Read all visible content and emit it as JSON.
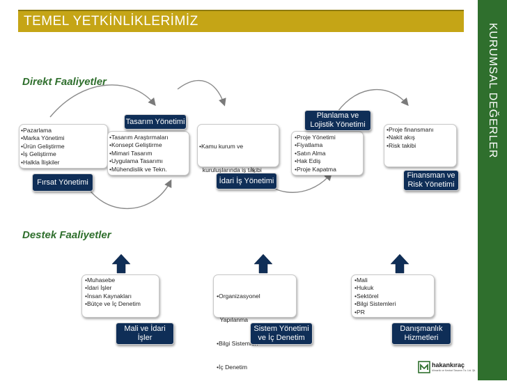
{
  "title": "TEMEL YETKİNLİKLERİMİZ",
  "side_title": "KURUMSAL DEĞERLER",
  "section_direct": "Direkt Faaliyetler",
  "section_support": "Destek Faaliyetler",
  "direct": [
    {
      "label": "Fırsat Yönetimi",
      "items": [
        "•Pazarlama",
        "•Marka Yönetimi",
        "•Ürün Geliştirme",
        "•İş Geliştirme",
        "•Halkla İlişkiler"
      ]
    },
    {
      "label": "Tasarım Yönetimi",
      "items": [
        "•Tasarım Araştırmaları",
        "•Konsept Geliştirme",
        "•Mimari Tasarım",
        "•Uygulama Tasarımı",
        "•Mühendislik ve Tekn."
      ]
    },
    {
      "label": "İdari İş Yönetimi",
      "items": [
        "•Kamu kurum ve",
        "  kuruluşlarında iş takibi"
      ]
    },
    {
      "label": "Planlama ve Lojistik Yönetimi",
      "items": [
        "•Proje Yönetimi",
        "•Fiyatlama",
        "•Satın Alma",
        "•Hak Ediş",
        "•Proje Kapatma"
      ]
    },
    {
      "label": "Finansman ve Risk Yönetimi",
      "items": [
        "•Proje finansmanı",
        "•Nakit akış",
        "•Risk takibi"
      ]
    }
  ],
  "support": [
    {
      "label": "Mali ve İdari İşler",
      "items": [
        "•Muhasebe",
        "•İdari İşler",
        "•İnsan Kaynakları",
        "•Bütçe ve İç Denetim"
      ]
    },
    {
      "label": "Sistem Yönetimi ve İç Denetim",
      "items": [
        "•Organizasyonel",
        "  Yapılanma",
        "•Bilgi Sistemleri",
        "•İç Denetim"
      ]
    },
    {
      "label": "Danışmanlık Hizmetleri",
      "items": [
        "•Mali",
        "•Hukuk",
        "•Sektörel",
        "•Bilgi Sistemleri",
        "•PR"
      ]
    }
  ],
  "logo": {
    "name": "hakankıraç",
    "sub": "Mimarlık ve Kentsel Tasarım Tic. Ltd. Şti."
  },
  "colors": {
    "title_bar": "#c5a516",
    "sidebar": "#2f6f2d",
    "label_bg": "#0f2e57",
    "arrow": "#0f2e57"
  }
}
